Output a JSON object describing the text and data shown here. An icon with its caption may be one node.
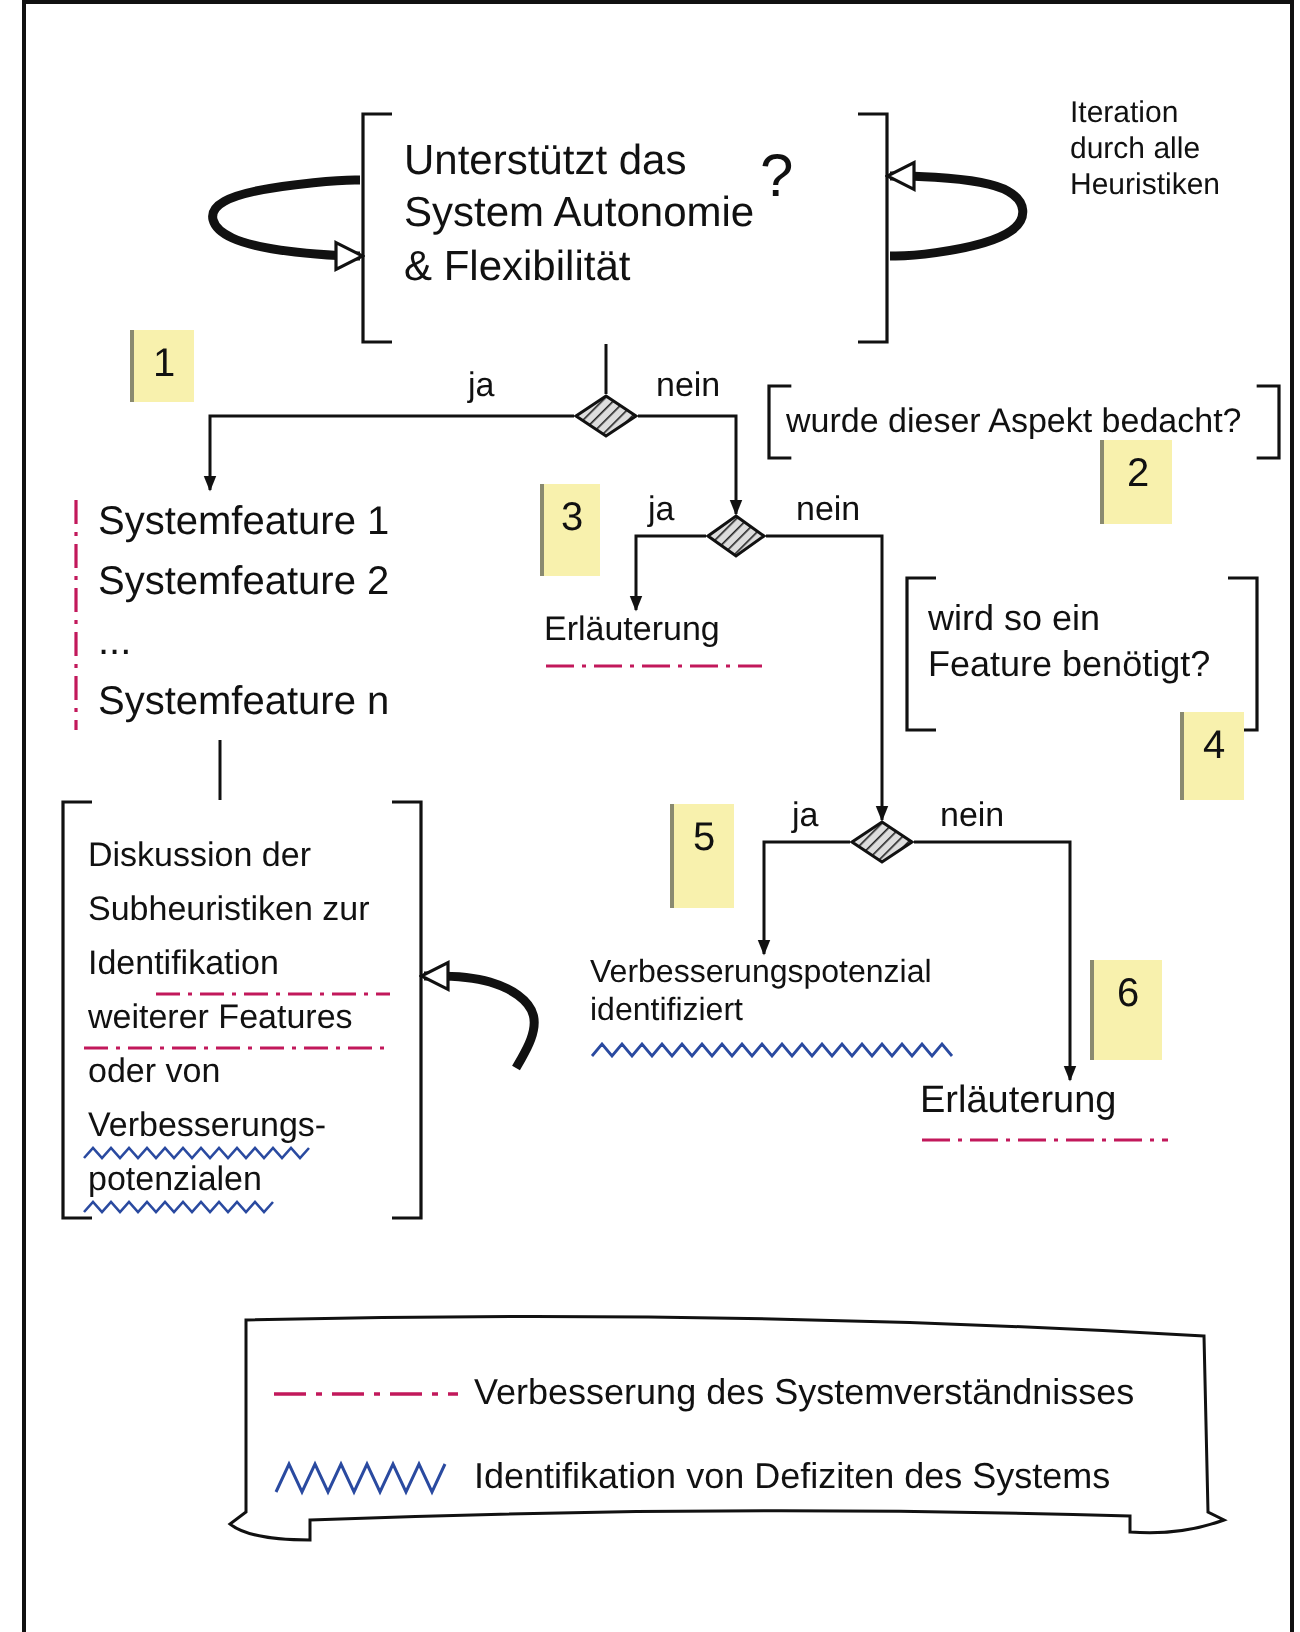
{
  "diagram": {
    "nodes": [
      {
        "text": [
          "Unterstützt das System Autonomie & Flexibilität",
          "?"
        ]
      },
      {
        "text": [
          "1"
        ]
      },
      {
        "text": [],
        "shape": "diamond"
      },
      {
        "text": [
          "Systemfeature 1",
          "Systemfeature 2",
          "...",
          "Systemfeature n"
        ]
      },
      {
        "text": [
          "wurde dieser Aspekt bedacht?"
        ]
      },
      {
        "text": [
          "2"
        ]
      },
      {
        "text": [
          "3"
        ]
      },
      {
        "text": [],
        "shape": "diamond"
      },
      {
        "text": [
          "Erläuterung"
        ]
      },
      {
        "text": [
          "wird so ein Feature benötigt?"
        ]
      },
      {
        "text": [
          "4"
        ]
      },
      {
        "text": [
          "Diskussion der Subheuristiken zur Identifikation weiterer Features oder von Verbesserungs-potenzialen"
        ]
      },
      {
        "text": [
          "5"
        ]
      },
      {
        "text": [],
        "shape": "diamond"
      },
      {
        "text": [
          "Verbesserungspotenzial identifiziert"
        ]
      },
      {
        "text": [
          "6"
        ]
      },
      {
        "text": [
          "Erläuterung"
        ]
      }
    ],
    "edges": [
      {
        "from": 0,
        "to": 2,
        "arrow": "none"
      },
      {
        "from": 2,
        "to": 3,
        "arrow": "to",
        "label": "ja"
      },
      {
        "from": 2,
        "to": 7,
        "arrow": "to",
        "label": "nein"
      },
      {
        "from": 7,
        "to": 8,
        "arrow": "to",
        "label": "ja"
      },
      {
        "from": 7,
        "to": 13,
        "arrow": "to",
        "label": "nein"
      },
      {
        "from": 13,
        "to": 14,
        "arrow": "to",
        "label": "ja"
      },
      {
        "from": 13,
        "to": 16,
        "arrow": "to",
        "label": "nein"
      },
      {
        "from": 3,
        "to": 11,
        "arrow": "none"
      },
      {
        "from": null,
        "to": 11,
        "arrow": "to",
        "style": "thick"
      },
      {
        "from": 0,
        "to": 0,
        "arrow": "to",
        "style": "thick"
      },
      {
        "from": 0,
        "to": 0,
        "arrow": "to",
        "style": "thick"
      }
    ],
    "labels": [
      "Iteration durch alle Heuristiken"
    ],
    "legend": [
      {
        "text": "Verbesserung des Systemverständnisses"
      },
      {
        "text": "Identifikation von Defiziten des Systems"
      }
    ]
  }
}
